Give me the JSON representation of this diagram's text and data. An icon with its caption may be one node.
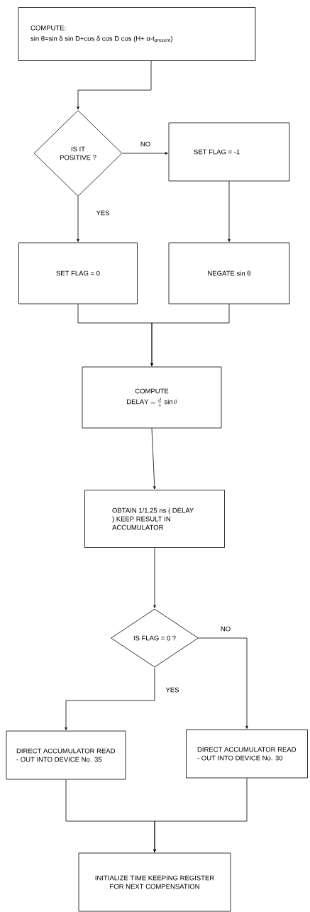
{
  "diagram": {
    "nodes": [
      {
        "text": [
          "COMPUTE:",
          "sin θ=sin δ sin D+cos δ cos D cos (H+ α-t$_{present}$)"
        ]
      },
      {
        "text": [
          "IS IT POSITIVE ?"
        ]
      },
      {
        "text": [
          "SET FLAG = -1"
        ]
      },
      {
        "text": [
          "SET FLAG = 0"
        ]
      },
      {
        "text": [
          "NEGATE sin θ"
        ]
      },
      {
        "text": [
          "COMPUTE",
          "\\mathrm{DELAY}=\\frac{d}{c}\\,\\sin\\theta"
        ]
      },
      {
        "text": [
          "OBTAIN 1/1.25 ns ( DELAY ) KEEP RESULT IN ACCUMULATOR"
        ]
      },
      {
        "text": [
          "IS FLAG = 0 ?"
        ]
      },
      {
        "text": [
          "DIRECT ACCUMULATOR READ - OUT INTO DEVICE No. 35"
        ]
      },
      {
        "text": [
          "DIRECT ACCUMULATOR READ - OUT INTO DEVICE No. 30"
        ]
      },
      {
        "text": [
          "INITIALIZE TIME KEEPING REGISTER FOR NEXT COMPENSATION"
        ]
      }
    ],
    "edges": [
      {
        "from": 0,
        "to": 1,
        "arrow": "to"
      },
      {
        "from": 1,
        "to": 2,
        "arrow": "to",
        "label": "NO"
      },
      {
        "from": 1,
        "to": 3,
        "arrow": "to",
        "label": "YES"
      },
      {
        "from": 2,
        "to": 4,
        "arrow": "to"
      },
      {
        "from": 3,
        "to": 5,
        "arrow": "to"
      },
      {
        "from": 4,
        "to": 5,
        "arrow": "to"
      },
      {
        "from": 5,
        "to": 6,
        "arrow": "to"
      },
      {
        "from": 6,
        "to": 7,
        "arrow": "to"
      },
      {
        "from": 7,
        "to": 9,
        "arrow": "to",
        "label": "NO"
      },
      {
        "from": 7,
        "to": 8,
        "arrow": "to",
        "label": "YES"
      },
      {
        "from": 8,
        "to": 10,
        "arrow": "to"
      },
      {
        "from": 9,
        "to": 10,
        "arrow": "to"
      }
    ]
  }
}
